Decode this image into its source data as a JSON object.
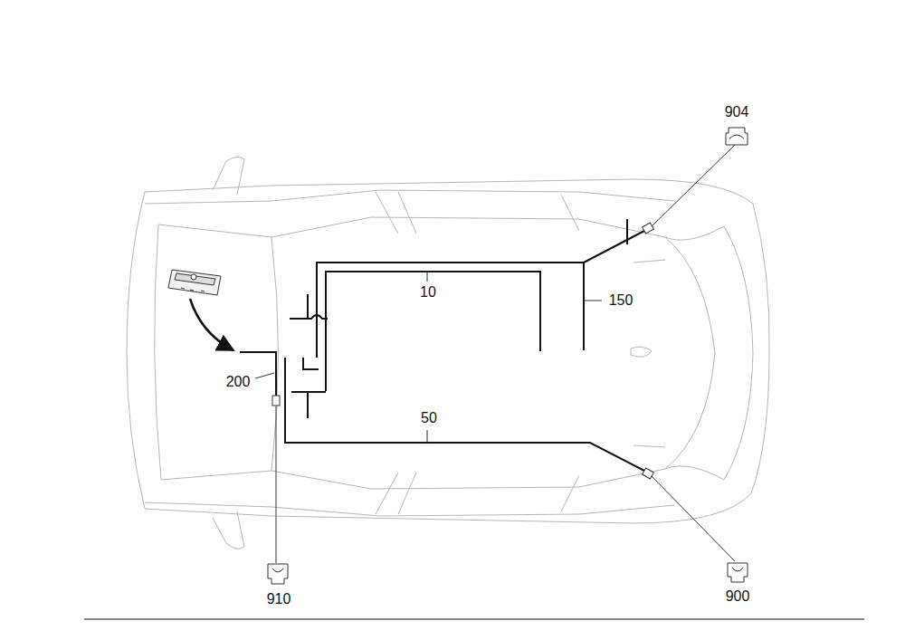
{
  "diagram": {
    "labels": [
      "904",
      "10",
      "150",
      "200",
      "50",
      "910",
      "900"
    ]
  }
}
